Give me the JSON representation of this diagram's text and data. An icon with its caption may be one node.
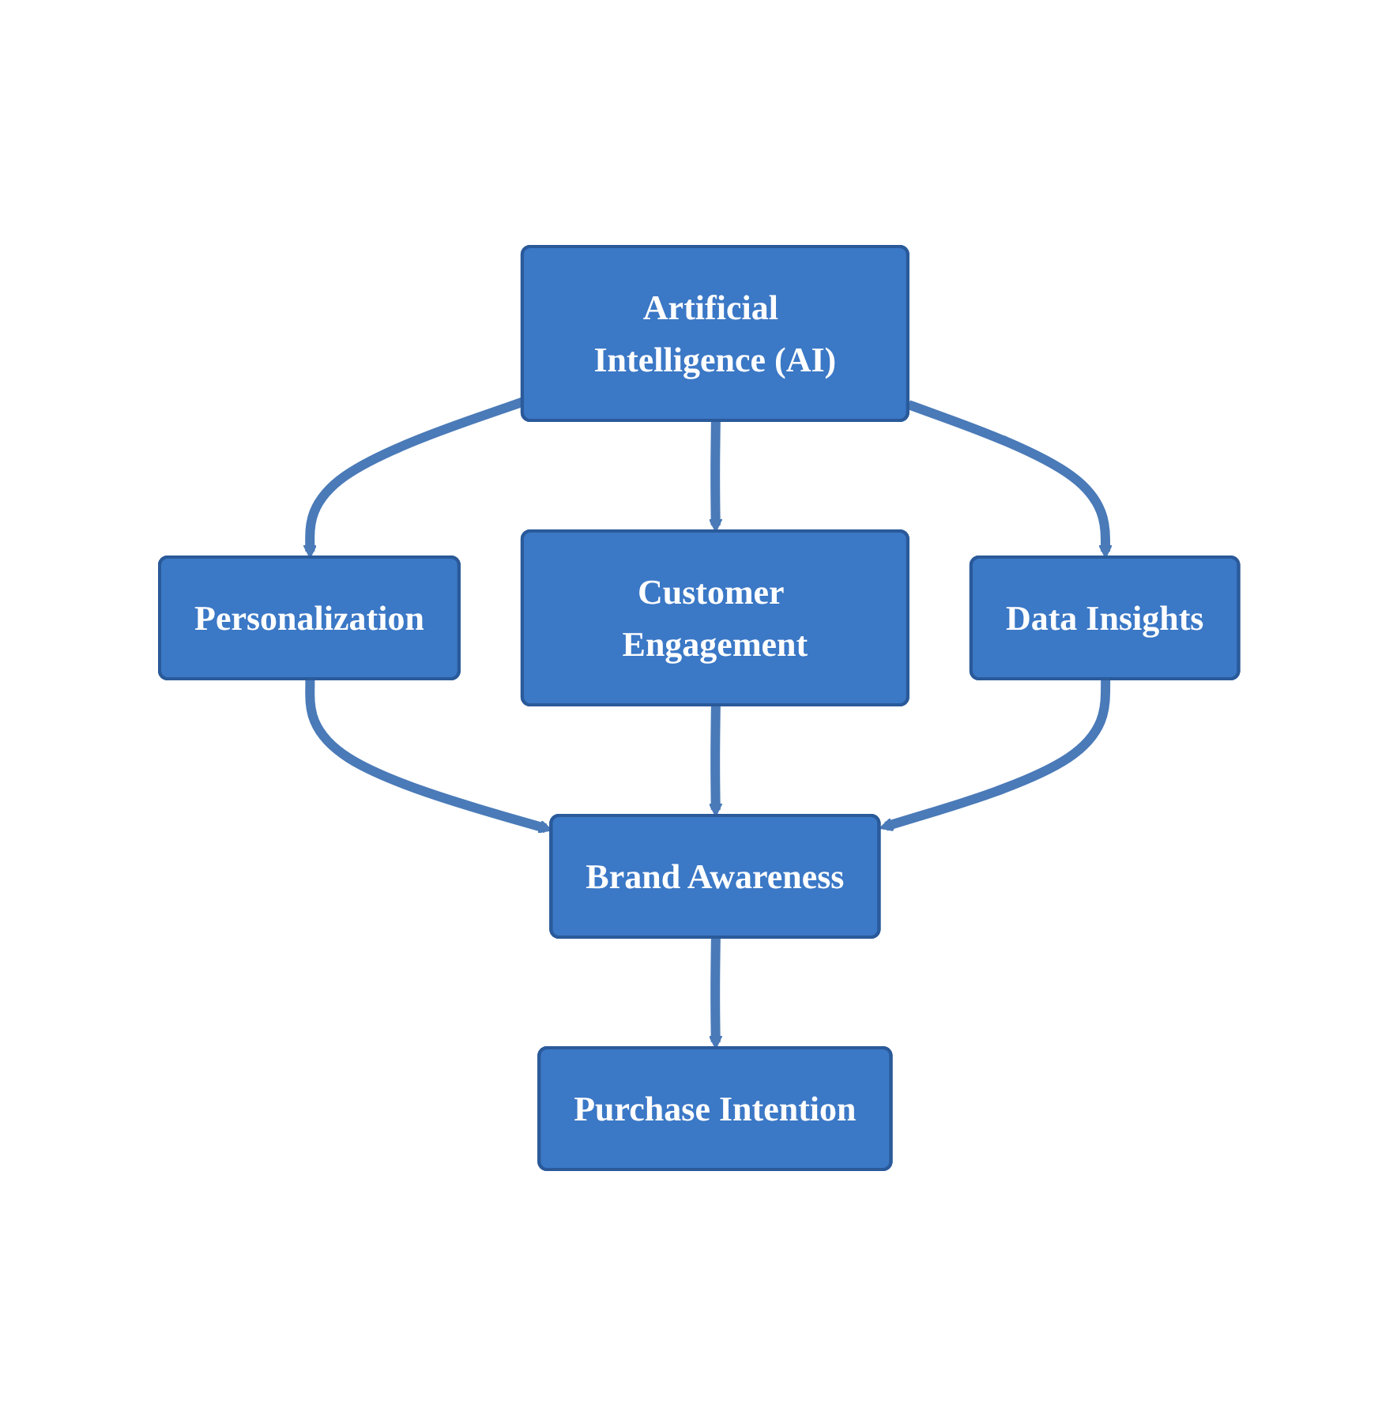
{
  "diagram": {
    "nodes": [
      {
        "text": [
          "Artificial Intelligence (AI)"
        ]
      },
      {
        "text": [
          "Personalization"
        ]
      },
      {
        "text": [
          "Customer Engagement"
        ]
      },
      {
        "text": [
          "Data Insights"
        ]
      },
      {
        "text": [
          "Brand Awareness"
        ]
      },
      {
        "text": [
          "Purchase Intention"
        ]
      }
    ],
    "edges": [
      {
        "from": 0,
        "to": 1,
        "arrow": "to"
      },
      {
        "from": 0,
        "to": 2,
        "arrow": "to"
      },
      {
        "from": 0,
        "to": 3,
        "arrow": "to"
      },
      {
        "from": 1,
        "to": 4,
        "arrow": "to"
      },
      {
        "from": 2,
        "to": 4,
        "arrow": "to"
      },
      {
        "from": 3,
        "to": 4,
        "arrow": "to"
      },
      {
        "from": 4,
        "to": 5,
        "arrow": "to"
      }
    ]
  }
}
